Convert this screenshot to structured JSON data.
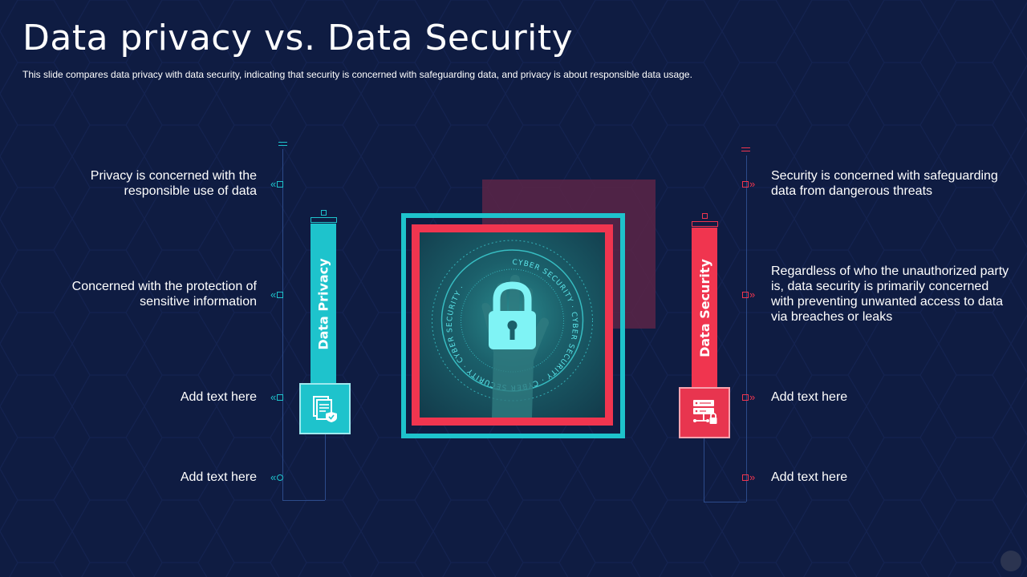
{
  "slide": {
    "title": "Data privacy vs. Data Security",
    "subtitle": "This slide compares data privacy with data security, indicating that security is concerned with safeguarding data, and privacy is about responsible data usage."
  },
  "privacy": {
    "label": "Data Privacy",
    "icon": "document-shield-icon",
    "color": "#1ec3cc",
    "points": [
      "Privacy is concerned with the responsible use of data",
      "Concerned with the protection of sensitive information",
      "Add text here",
      "Add text here"
    ]
  },
  "security": {
    "label": "Data Security",
    "icon": "server-lock-icon",
    "color": "#f0354f",
    "points": [
      "Security is concerned with safeguarding data from dangerous threats",
      "Regardless of who the unauthorized party is, data security is primarily concerned with preventing unwanted access to data via breaches or leaks",
      "Add text here",
      "Add text here"
    ]
  },
  "center_image": {
    "icon": "padlock-icon",
    "ring_text": "CYBER SECURITY · CYBER SECURITY · CYBER SECURITY · CYBER SECURITY ·"
  },
  "colors": {
    "background": "#0f1c42",
    "accent_cyan": "#1ec3cc",
    "accent_red": "#f0354f"
  }
}
